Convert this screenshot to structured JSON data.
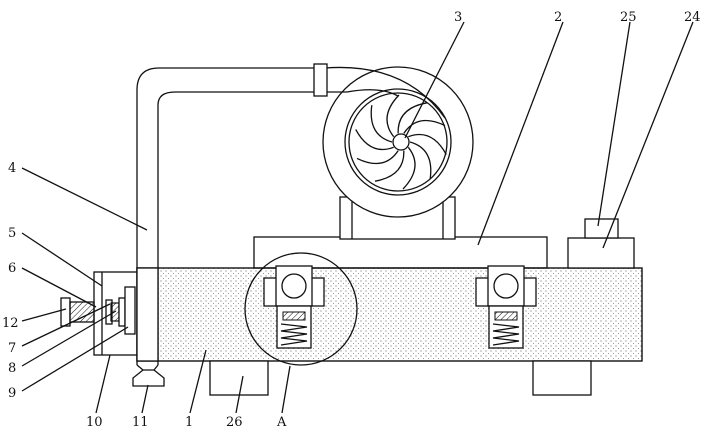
{
  "callouts": {
    "c1": "1",
    "c2": "2",
    "c3": "3",
    "c4": "4",
    "c5": "5",
    "c6": "6",
    "c7": "7",
    "c8": "8",
    "c9": "9",
    "c10": "10",
    "c11": "11",
    "c12": "12",
    "c24": "24",
    "c25": "25",
    "c26": "26",
    "cA": "A"
  }
}
